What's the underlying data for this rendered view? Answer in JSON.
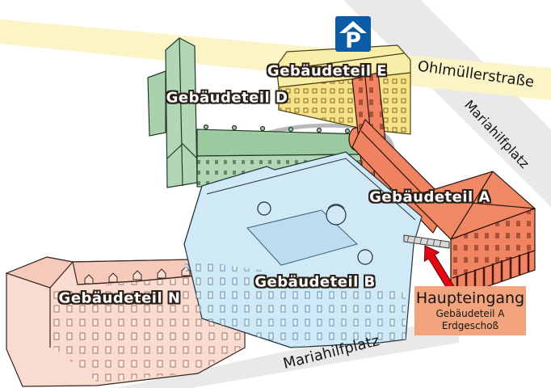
{
  "map": {
    "streets": {
      "ohlmuellerstrasse": "Ohlmüllerstraße",
      "mariahilfplatz_east": "Mariahilfplatz",
      "mariahilfplatz_south": "Mariahilfplatz"
    },
    "buildings": {
      "a": {
        "label": "Gebäudeteil A",
        "color": "#f08463"
      },
      "b": {
        "label": "Gebäudeteil B",
        "color": "#cfe9f7"
      },
      "d": {
        "label": "Gebäudeteil D",
        "color": "#b2d7b4"
      },
      "e": {
        "label": "Gebäudeteil E",
        "color": "#f6e388"
      },
      "n": {
        "label": "Gebäudeteil N",
        "color": "#f9dbd0"
      }
    },
    "entrance_callout": {
      "title": "Haupteingang",
      "subtitle1": "Gebäudeteil A",
      "subtitle2": "Erdgeschoß",
      "background": "#f2a47e",
      "arrow_color": "#e30613"
    },
    "parking": {
      "letter": "P",
      "background": "#0b5ba7"
    }
  }
}
